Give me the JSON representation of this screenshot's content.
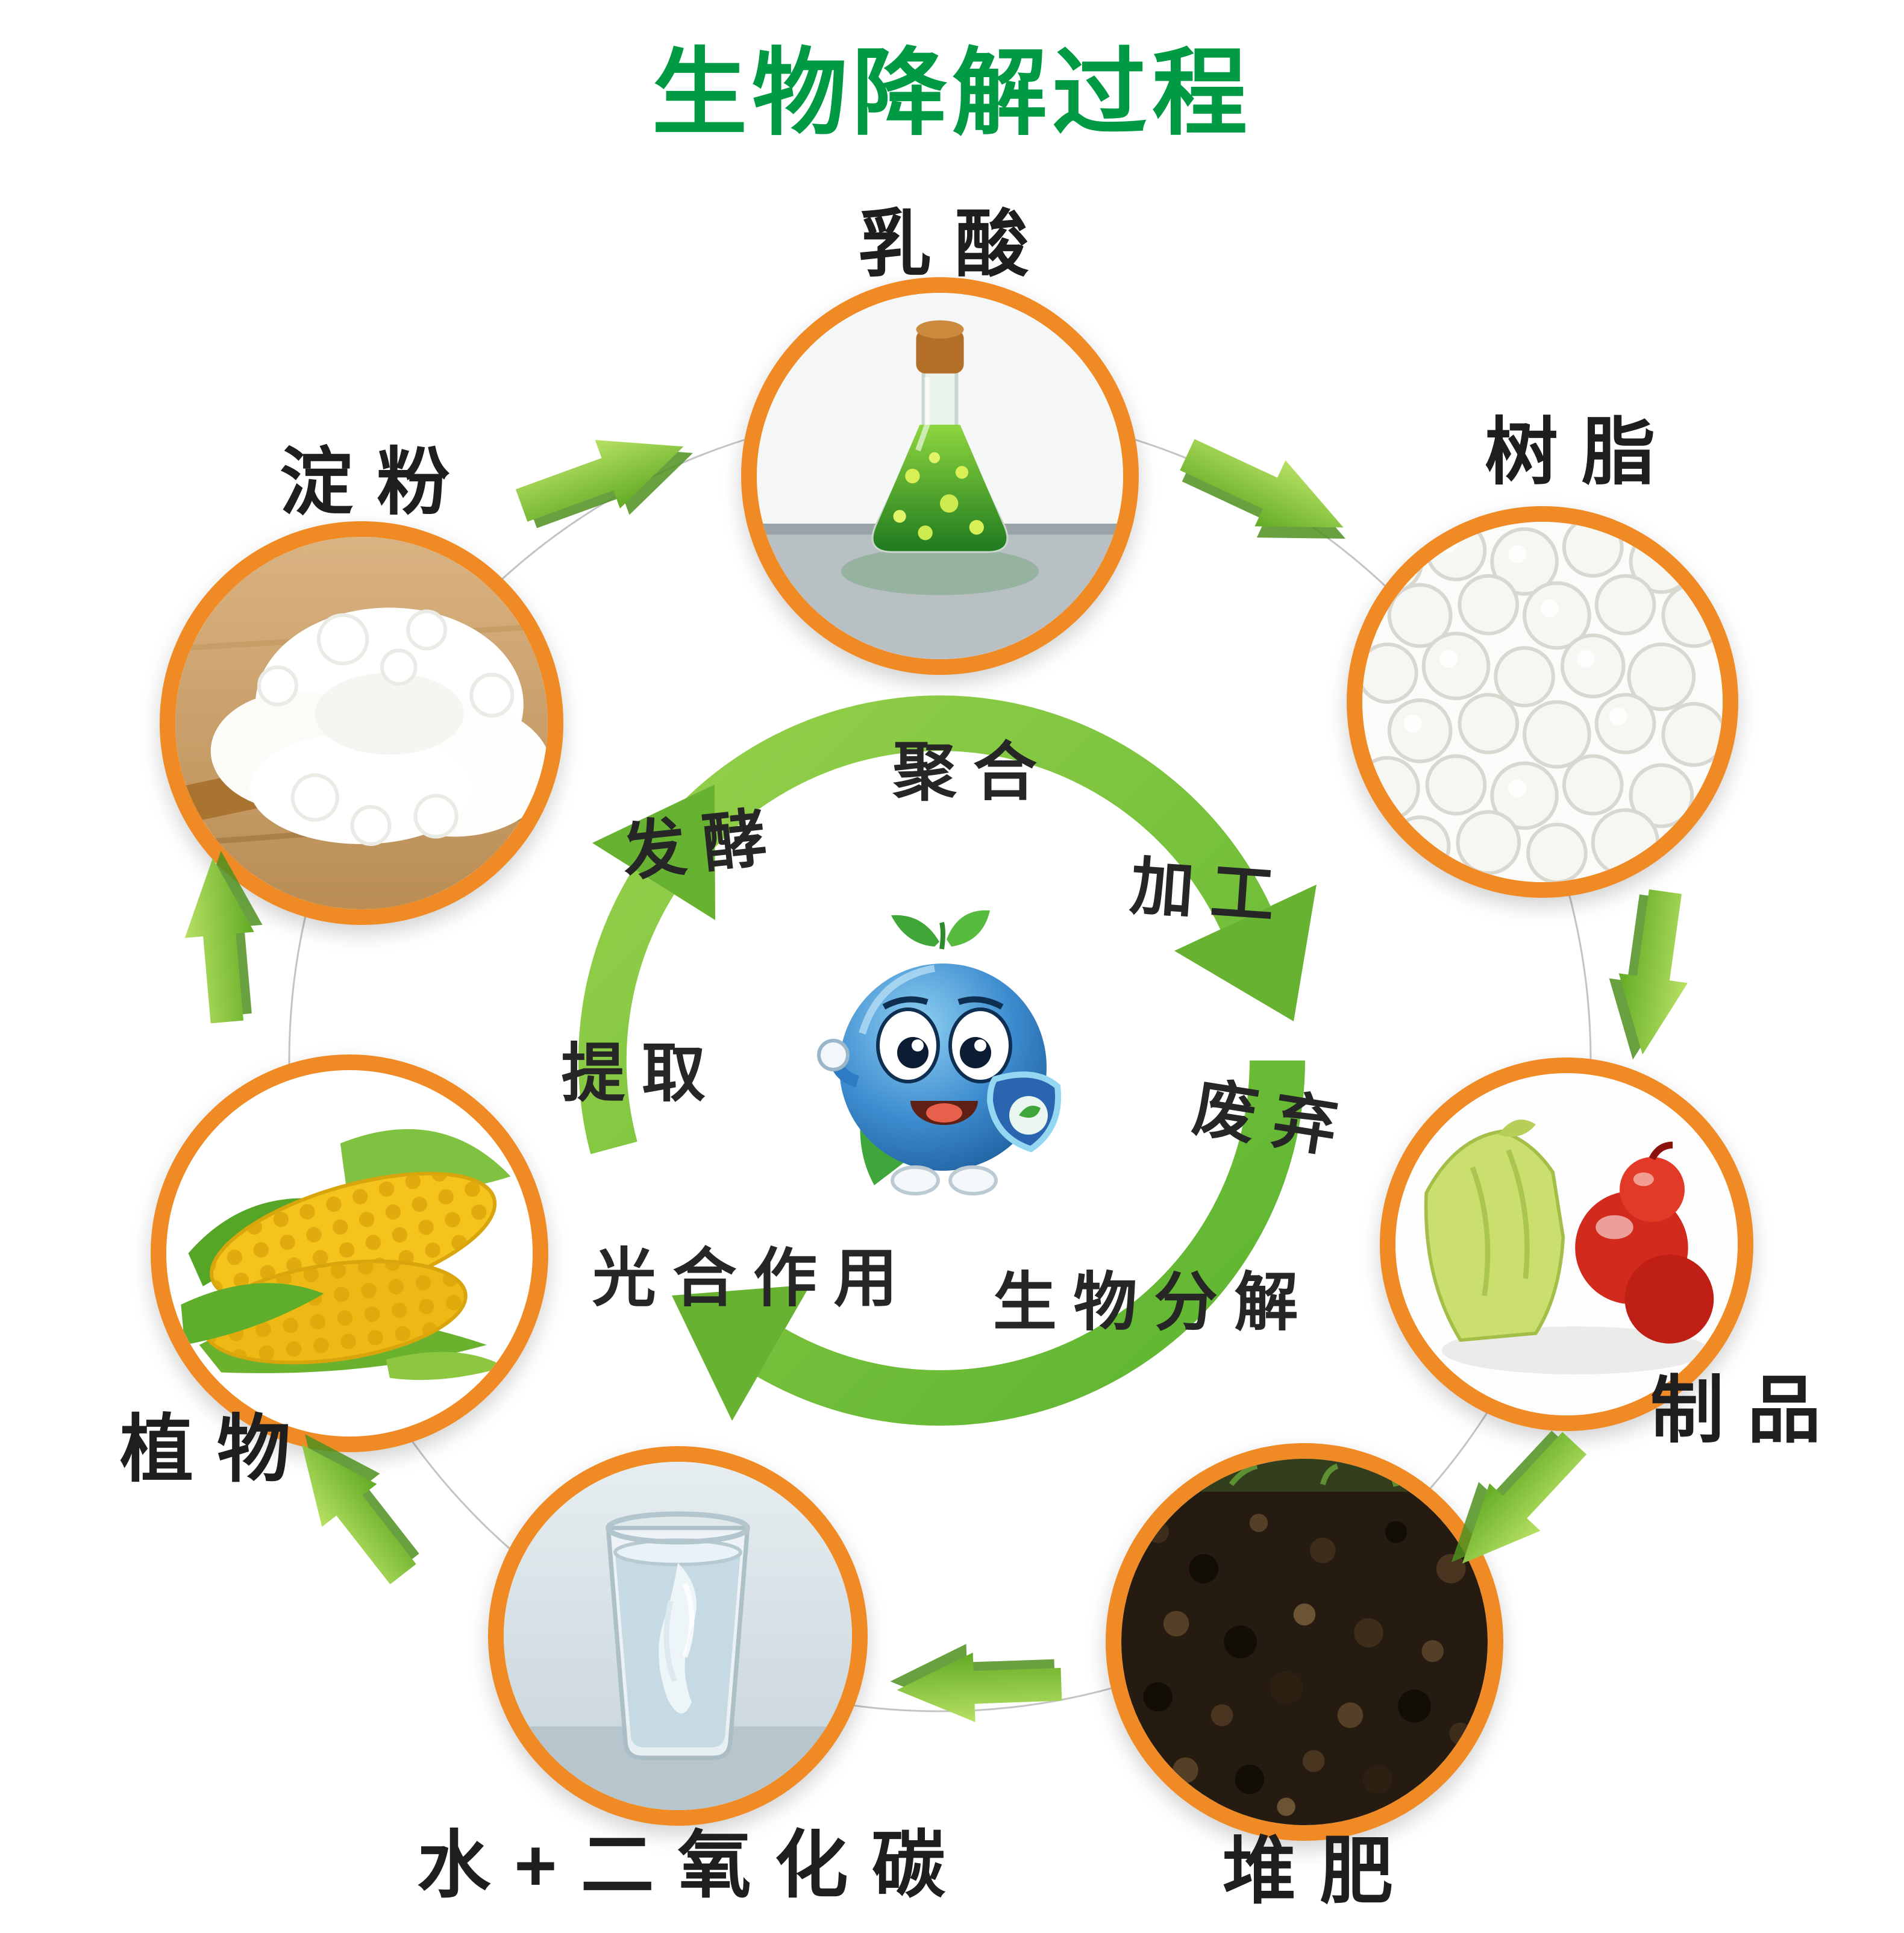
{
  "title": "生物降解过程",
  "colors": {
    "title_green": "#009A44",
    "ring_orange": "#F08A24",
    "arrow_green": "#7FC241",
    "label_color": "#1E1E1E"
  },
  "center": {
    "mascot_icon": "blue-ball-mascot-icon"
  },
  "nodes": [
    {
      "id": "lactic-acid",
      "label": "乳酸",
      "icon": "flask-icon"
    },
    {
      "id": "resin",
      "label": "树脂",
      "icon": "resin-pellets-icon"
    },
    {
      "id": "products",
      "label": "制品",
      "icon": "bioplastic-bag-icon"
    },
    {
      "id": "compost",
      "label": "堆肥",
      "icon": "compost-soil-icon"
    },
    {
      "id": "water-co2",
      "label": "水+二氧化碳",
      "icon": "water-glass-icon"
    },
    {
      "id": "plants",
      "label": "植物",
      "icon": "corn-icon"
    },
    {
      "id": "starch",
      "label": "淀粉",
      "icon": "starch-powder-icon"
    }
  ],
  "steps": [
    {
      "label": "聚合"
    },
    {
      "label": "加工"
    },
    {
      "label": "废弃"
    },
    {
      "label": "生物分解"
    },
    {
      "label": "光合作用"
    },
    {
      "label": "提取"
    },
    {
      "label": "发酵"
    }
  ]
}
